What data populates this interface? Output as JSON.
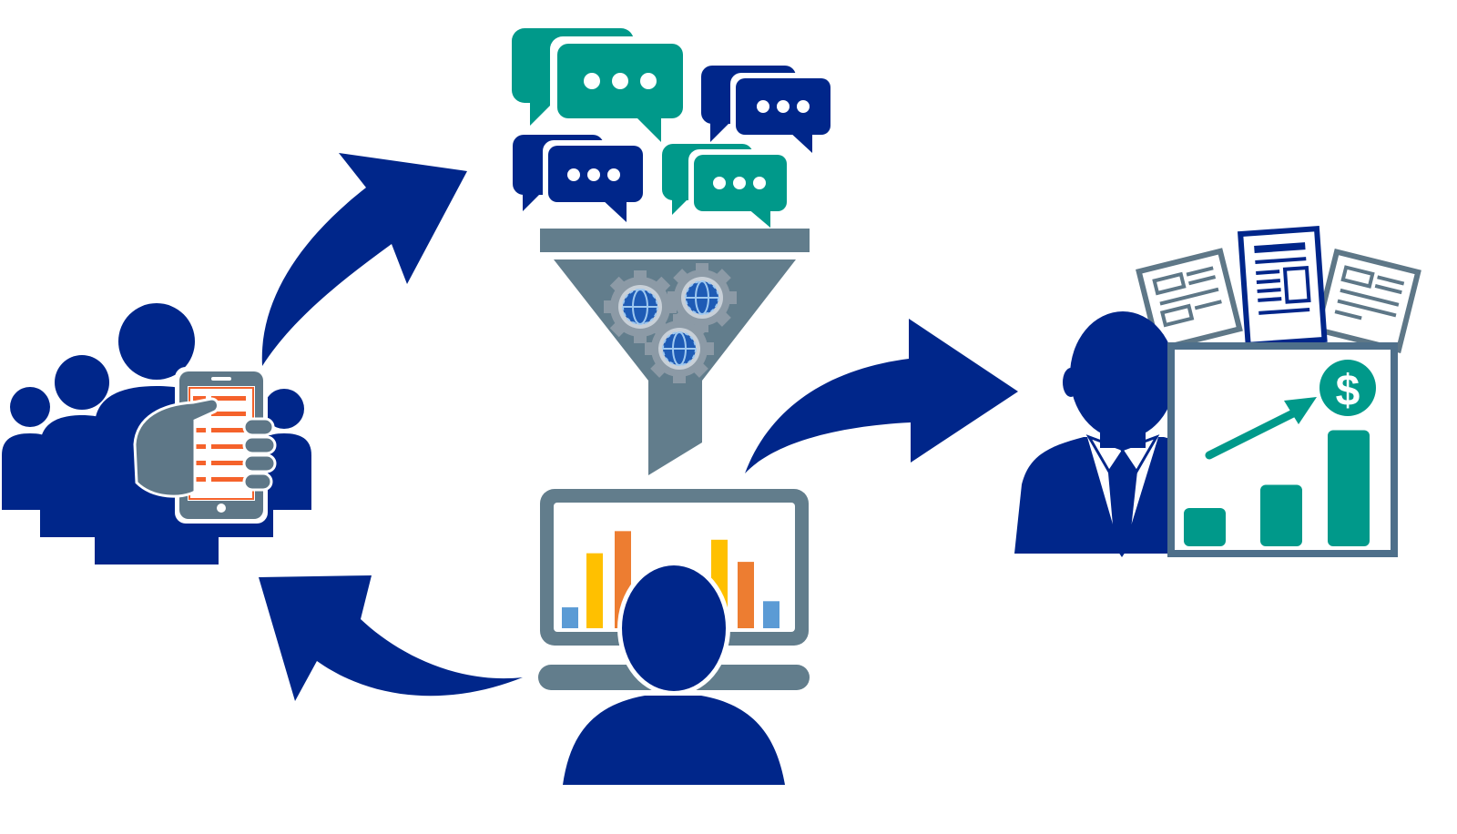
{
  "colors": {
    "navy": "#00268a",
    "teal": "#00998a",
    "slate": "#627d8c",
    "gray": "#5e7787",
    "orange": "#f5622b",
    "bar_blue": "#5b9bd5",
    "bar_yellow": "#ffc000",
    "bar_orange": "#ed7d31",
    "white": "#ffffff"
  },
  "icons": {
    "survey_group": "people-with-phone-survey-icon",
    "chat_bubbles": "chat-bubbles-icon",
    "funnel": "funnel-icon",
    "gears": "gears-icon",
    "analyst": "analyst-monitor-icon",
    "business": "businessman-icon",
    "newspapers": "newspaper-icon",
    "growth_chart": "growth-chart-icon",
    "dollar": "dollar-icon"
  },
  "labels": {
    "dollar": "$"
  },
  "monitor_bars": [
    0.17,
    0.61,
    0.79,
    0.17,
    0.17,
    0.72,
    0.54,
    0.22
  ],
  "growth_bars": [
    0.28,
    0.45,
    0.85
  ]
}
